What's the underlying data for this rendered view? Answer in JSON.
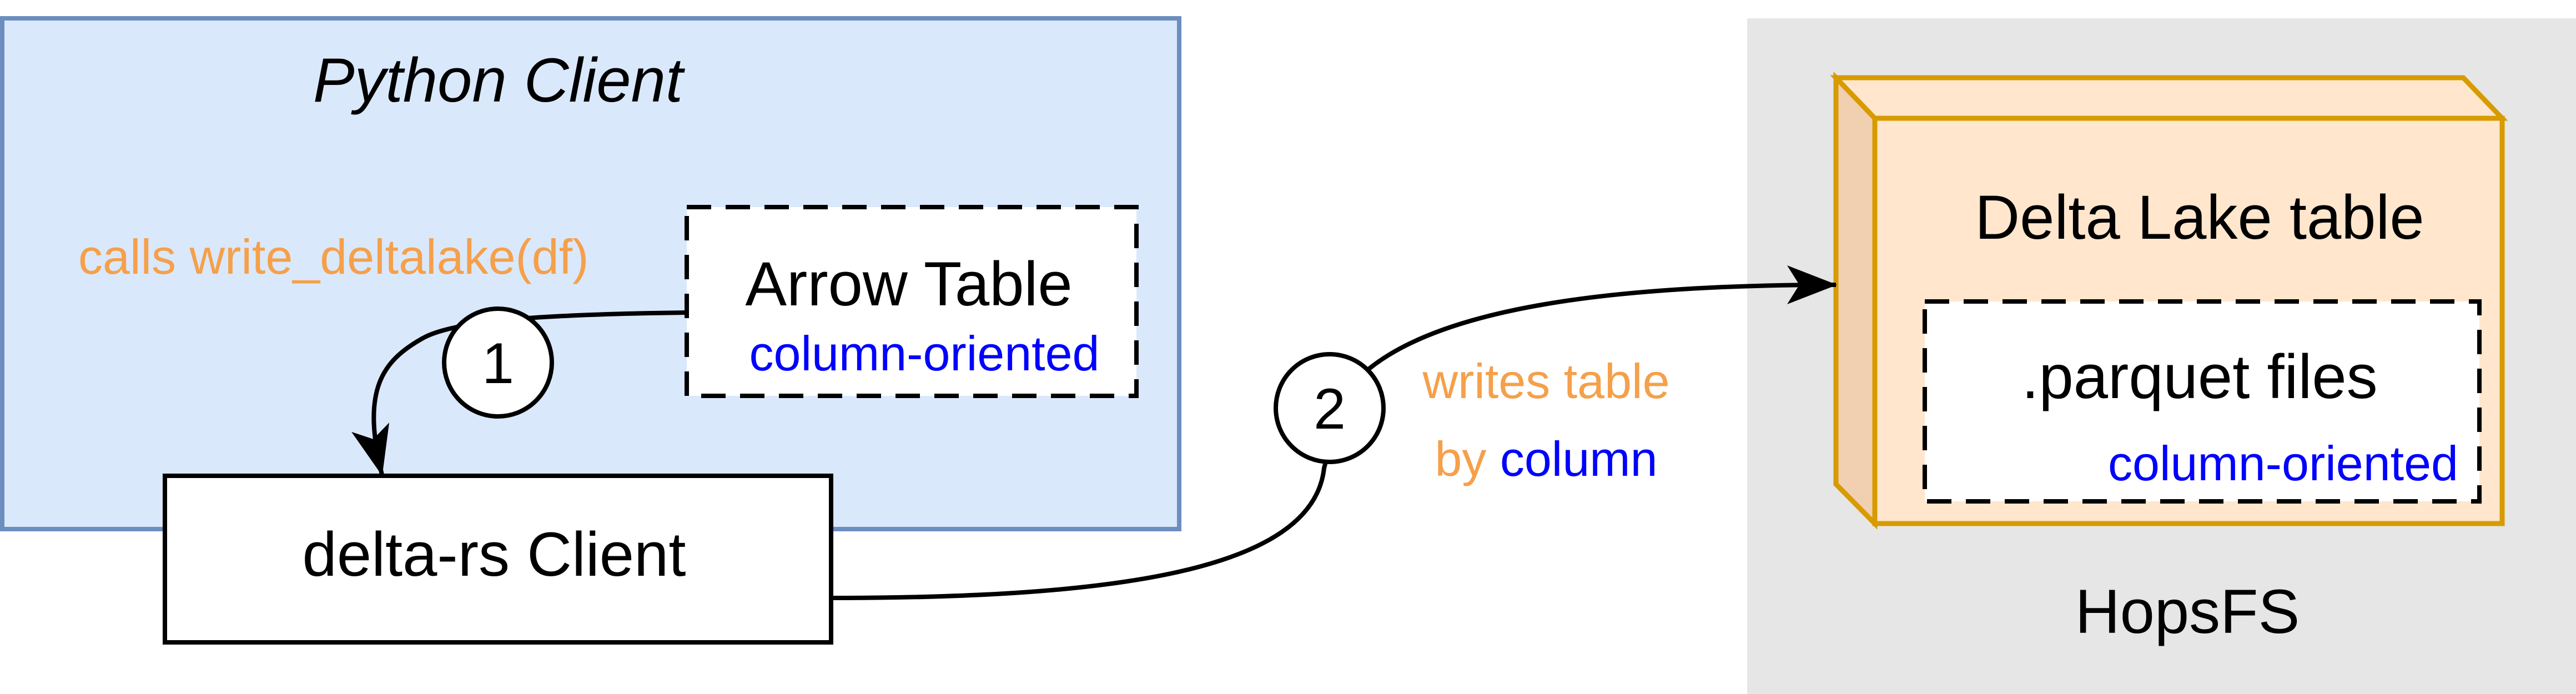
{
  "python_client": {
    "title": "Python Client",
    "call_label": "calls write_deltalake(df)"
  },
  "arrow_table": {
    "title": "Arrow Table",
    "subtitle": "column-oriented"
  },
  "delta_rs_client": {
    "label": "delta-rs Client"
  },
  "hopsfs": {
    "label": "HopsFS",
    "delta_lake_table": {
      "title": "Delta Lake table",
      "parquet": {
        "title": ".parquet files",
        "subtitle": "column-oriented"
      }
    }
  },
  "steps": [
    {
      "number": "1"
    },
    {
      "number": "2",
      "label_line1": "writes table",
      "label_line2_prefix": "by",
      "label_line2_highlight": "column"
    }
  ],
  "colors": {
    "python_fill": "#dae8fc",
    "python_stroke": "#6c8ebf",
    "hopsfs_fill": "#e6e6e6",
    "delta_fill": "#ffe6cc",
    "delta_side": "#f0d0b0",
    "delta_stroke": "#d79b00",
    "orange_text": "#f5a04a",
    "blue_text": "#0000ff"
  }
}
